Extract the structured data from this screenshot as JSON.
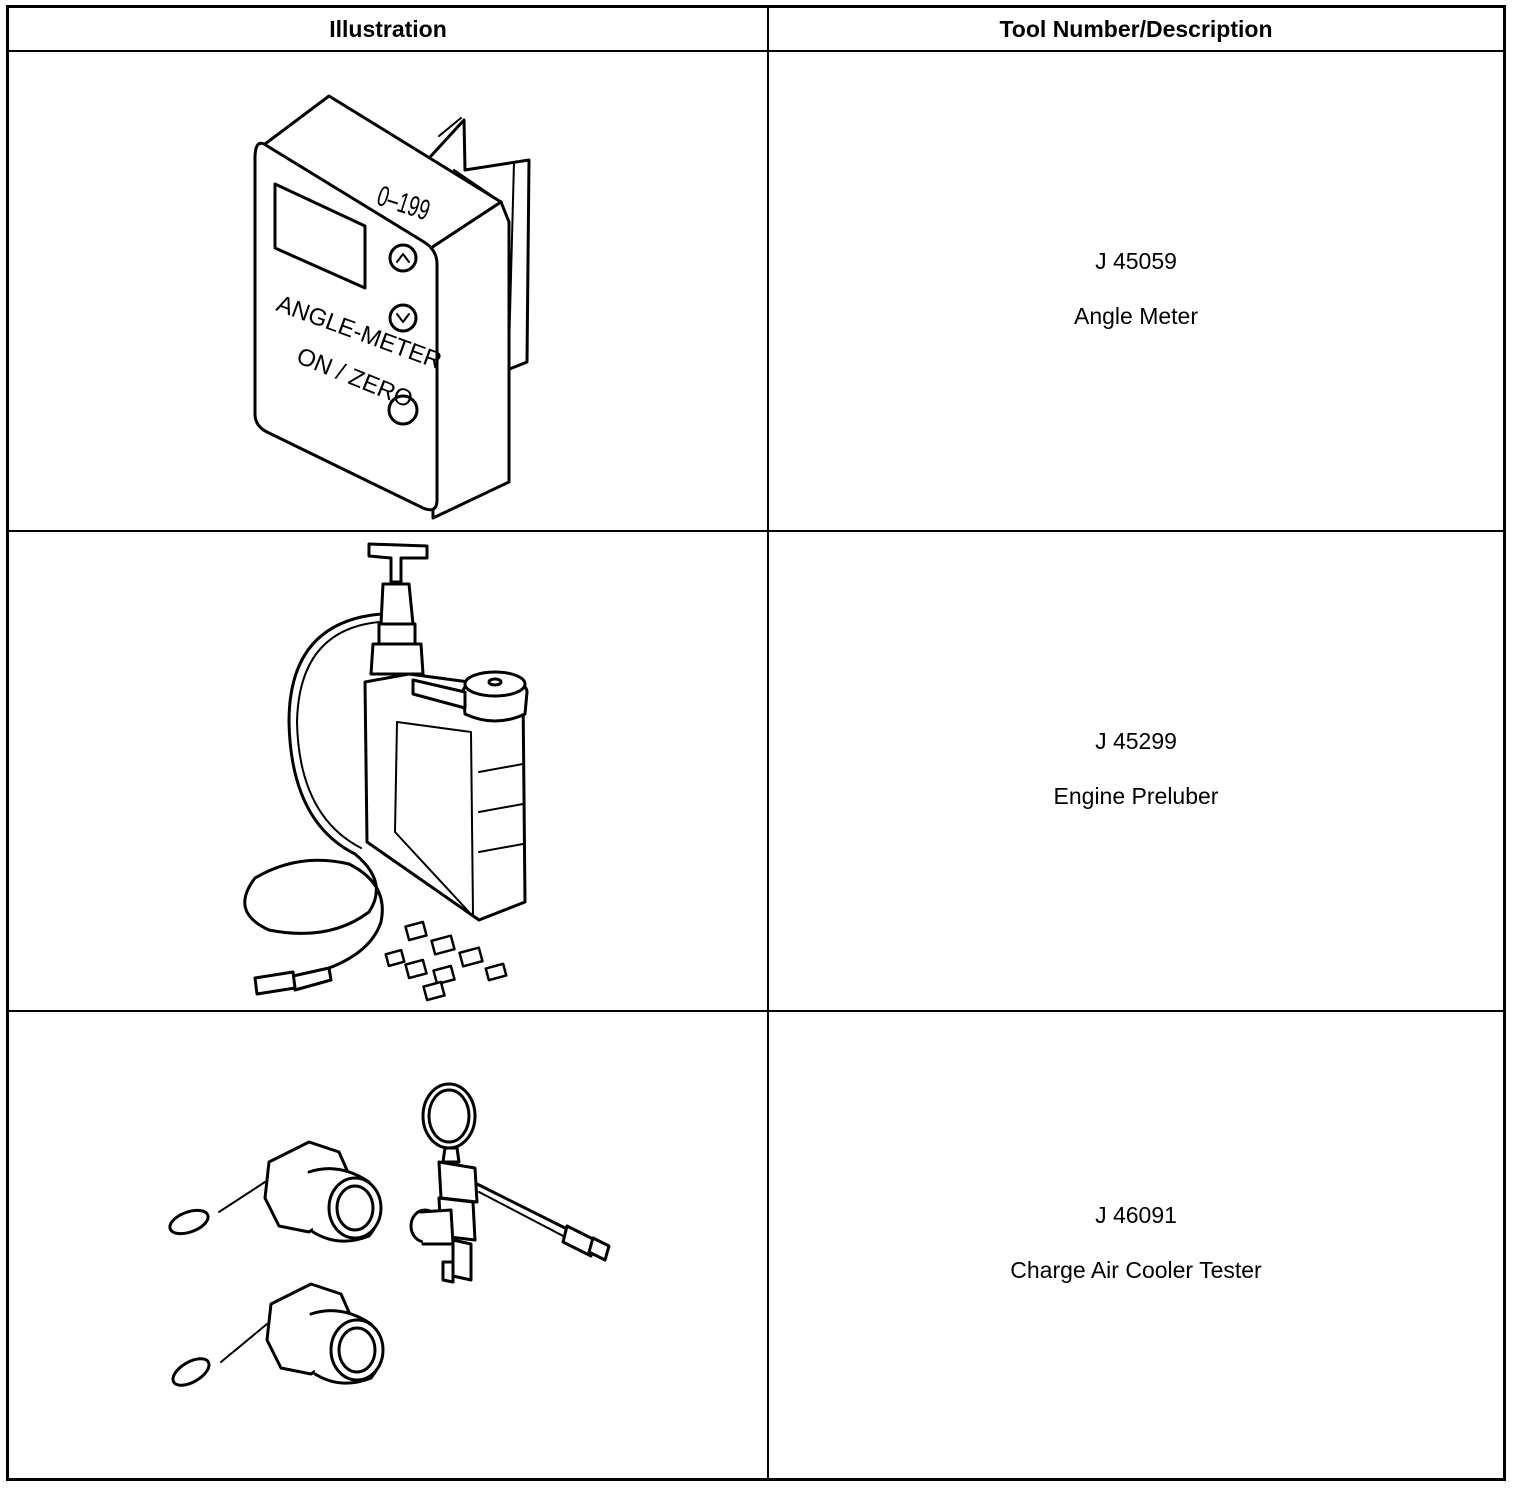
{
  "table": {
    "headers": {
      "illustration": "Illustration",
      "tool": "Tool Number/Description"
    },
    "rows": [
      {
        "tool_number": "J 45059",
        "description": "Angle Meter",
        "illustration": {
          "label_range": "0–199",
          "label_name": "ANGLE-METER",
          "label_button": "ON / ZERO"
        }
      },
      {
        "tool_number": "J 45299",
        "description": "Engine Preluber"
      },
      {
        "tool_number": "J 46091",
        "description": "Charge Air Cooler Tester"
      }
    ]
  }
}
